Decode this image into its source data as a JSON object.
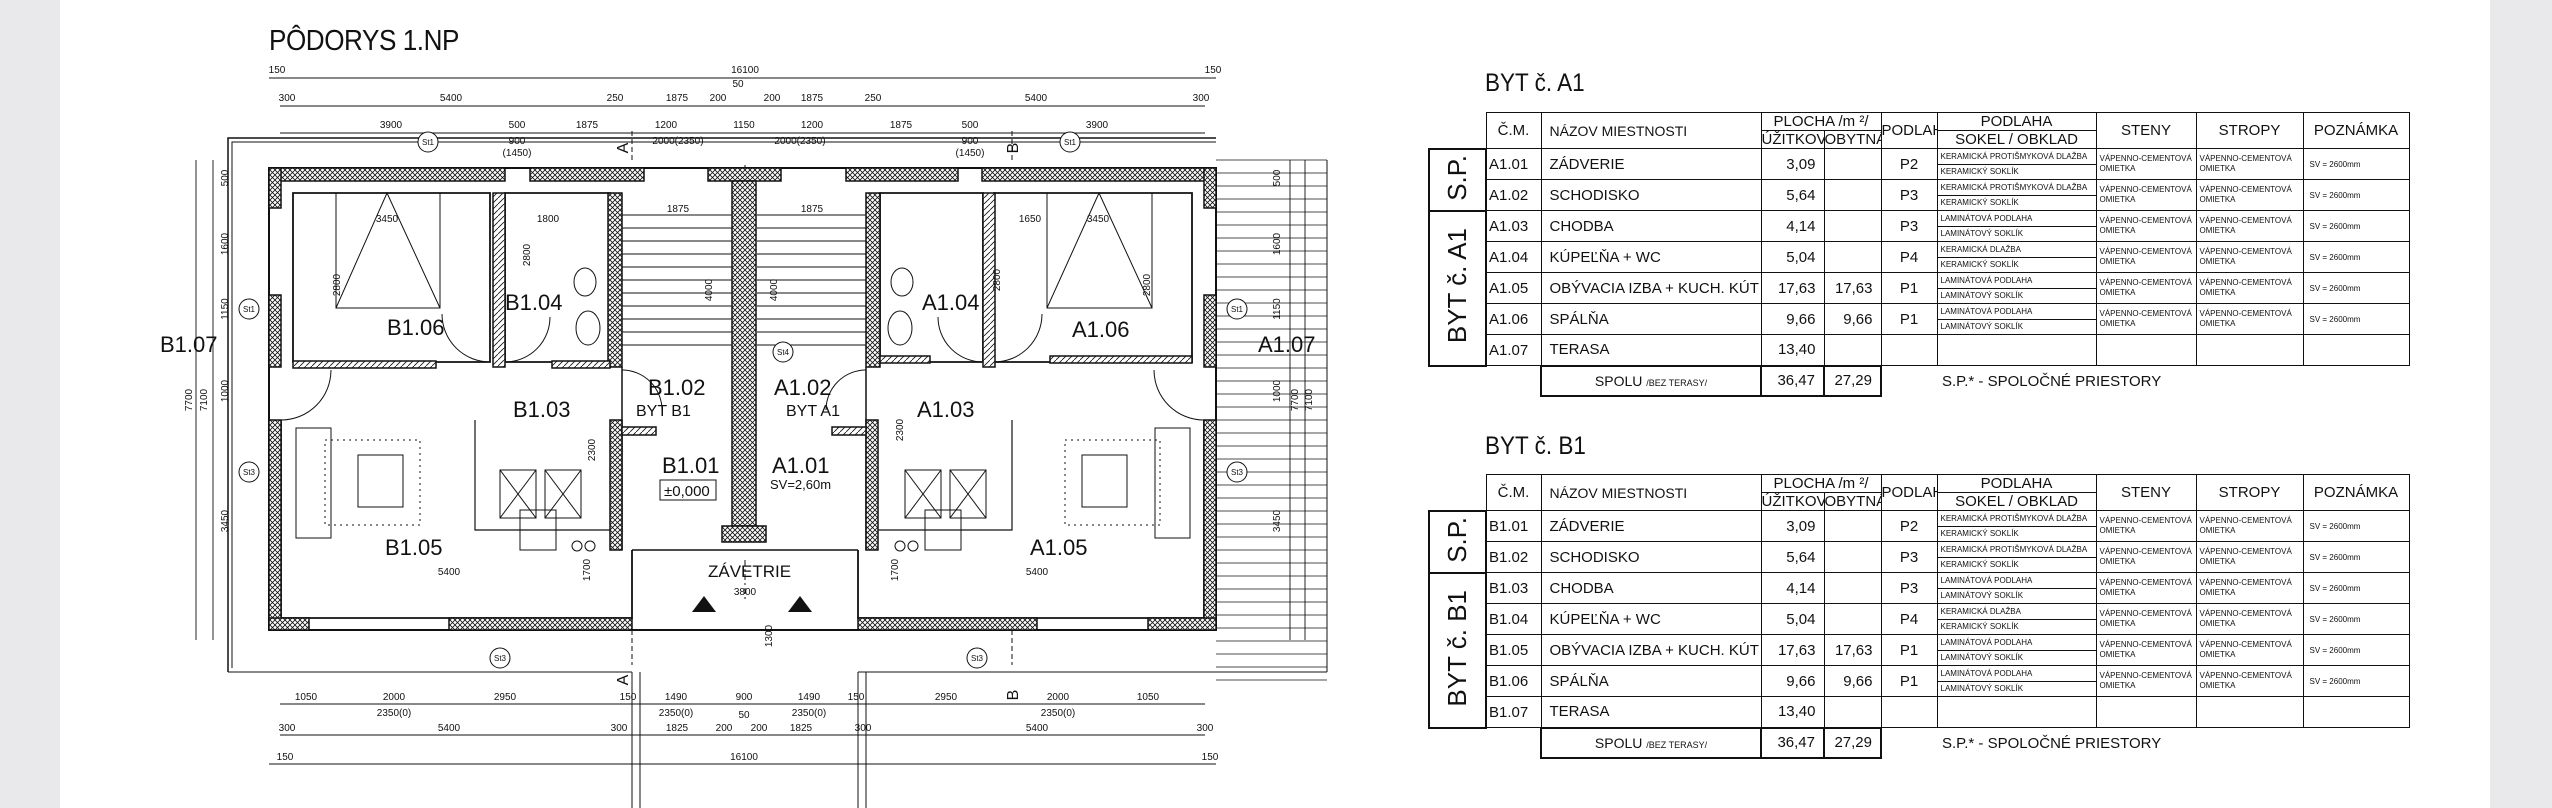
{
  "plan": {
    "title": "PÔDORYS 1.NP",
    "rooms": {
      "b106": "B1.06",
      "b104": "B1.04",
      "b107": "B1.07",
      "b103": "B1.03",
      "b102": "B1.02",
      "byt_b1": "BYT B1",
      "b101": "B1.01",
      "level": "±0,000",
      "b105": "B1.05",
      "zavetrie": "ZÁVETRIE",
      "a102": "A1.02",
      "byt_a1": "BYT A1",
      "a101": "A1.01",
      "sv": "SV=2,60m",
      "a103": "A1.03",
      "a104": "A1.04",
      "a106": "A1.06",
      "a107": "A1.07",
      "a105": "A1.05"
    },
    "markers": [
      "St1",
      "St1",
      "St1",
      "St1",
      "St3",
      "St3",
      "St3",
      "St3",
      "St4"
    ],
    "sections": [
      "A",
      "A",
      "B",
      "B"
    ],
    "dims": {
      "top1": [
        "150",
        "16100",
        "150"
      ],
      "top2": [
        "300",
        "5400",
        "250",
        "1875",
        "200",
        "50",
        "200",
        "1875",
        "250",
        "5400",
        "300"
      ],
      "top3": [
        "3900",
        "500",
        "1875",
        "1200",
        "1150",
        "1200",
        "1875",
        "500",
        "3900"
      ],
      "top_sub": [
        "900",
        "(1450)",
        "2000(2350)",
        "2000(2350)",
        "900",
        "(1450)"
      ],
      "bot1": [
        "1050",
        "2000",
        "2950",
        "150",
        "1490",
        "900",
        "1490",
        "150",
        "2950",
        "2000",
        "1050"
      ],
      "bot_sub": [
        "2350(0)",
        "2350(0)",
        "2350(0)",
        "2350(0)"
      ],
      "bot2": [
        "300",
        "5400",
        "300",
        "1825",
        "200",
        "50",
        "200",
        "1825",
        "300",
        "5400",
        "300"
      ],
      "bot3": [
        "150",
        "16100",
        "150"
      ],
      "left": [
        "7700",
        "7100",
        "500",
        "1600",
        "1150",
        "1000",
        "3450"
      ],
      "right": [
        "7700",
        "7100",
        "500",
        "1600",
        "1150",
        "1000",
        "3450"
      ],
      "inner": [
        "3450",
        "1800",
        "1875",
        "1875",
        "1650",
        "3450",
        "2800",
        "2800",
        "2800",
        "2800",
        "4000",
        "4000",
        "2300",
        "2300",
        "5400",
        "5400",
        "1700",
        "1700",
        "3800",
        "1300"
      ]
    }
  },
  "tables": [
    {
      "title": "BYT č. A1",
      "side_sp": "S.P.",
      "side_unit": "BYT č. A1",
      "headers": {
        "cm": "Č.M.",
        "name": "NÁZOV MIESTNOSTI",
        "area": "PLOCHA /m ²/",
        "usable": "ÚŽITKOVÁ",
        "living": "OBYTNÁ",
        "floor_code": "PODLAHA",
        "floor": "PODLAHA",
        "skirting": "SOKEL / OBKLAD",
        "walls": "STENY",
        "ceiling": "STROPY",
        "note": "POZNÁMKA"
      },
      "rows": [
        {
          "cm": "A1.01",
          "name": "ZÁDVERIE",
          "usable": "3,09",
          "living": "",
          "code": "P2",
          "floor": "KERAMICKÁ PROTIŠMYKOVÁ DLAŽBA",
          "skirting": "KERAMICKÝ SOKLÍK",
          "walls": "VÁPENNO-CEMENTOVÁ OMIETKA",
          "ceiling": "VÁPENNO-CEMENTOVÁ OMIETKA",
          "note": "SV = 2600mm"
        },
        {
          "cm": "A1.02",
          "name": "SCHODISKO",
          "usable": "5,64",
          "living": "",
          "code": "P3",
          "floor": "KERAMICKÁ PROTIŠMYKOVÁ DLAŽBA",
          "skirting": "KERAMICKÝ SOKLÍK",
          "walls": "VÁPENNO-CEMENTOVÁ OMIETKA",
          "ceiling": "VÁPENNO-CEMENTOVÁ OMIETKA",
          "note": "SV = 2600mm"
        },
        {
          "cm": "A1.03",
          "name": "CHODBA",
          "usable": "4,14",
          "living": "",
          "code": "P3",
          "floor": "LAMINÁTOVÁ PODLAHA",
          "skirting": "LAMINÁTOVÝ SOKLÍK",
          "walls": "VÁPENNO-CEMENTOVÁ OMIETKA",
          "ceiling": "VÁPENNO-CEMENTOVÁ OMIETKA",
          "note": "SV = 2600mm"
        },
        {
          "cm": "A1.04",
          "name": "KÚPEĽŇA + WC",
          "usable": "5,04",
          "living": "",
          "code": "P4",
          "floor": "KERAMICKÁ DLAŽBA",
          "skirting": "KERAMICKÝ SOKLÍK",
          "walls": "VÁPENNO-CEMENTOVÁ OMIETKA",
          "ceiling": "VÁPENNO-CEMENTOVÁ OMIETKA",
          "note": "SV = 2600mm"
        },
        {
          "cm": "A1.05",
          "name": "OBÝVACIA IZBA + KUCH. KÚT",
          "usable": "17,63",
          "living": "17,63",
          "code": "P1",
          "floor": "LAMINÁTOVÁ PODLAHA",
          "skirting": "LAMINÁTOVÝ SOKLÍK",
          "walls": "VÁPENNO-CEMENTOVÁ OMIETKA",
          "ceiling": "VÁPENNO-CEMENTOVÁ OMIETKA",
          "note": "SV = 2600mm"
        },
        {
          "cm": "A1.06",
          "name": "SPÁLŇA",
          "usable": "9,66",
          "living": "9,66",
          "code": "P1",
          "floor": "LAMINÁTOVÁ PODLAHA",
          "skirting": "LAMINÁTOVÝ SOKLÍK",
          "walls": "VÁPENNO-CEMENTOVÁ OMIETKA",
          "ceiling": "VÁPENNO-CEMENTOVÁ OMIETKA",
          "note": "SV = 2600mm"
        },
        {
          "cm": "A1.07",
          "name": "TERASA",
          "usable": "13,40",
          "living": "",
          "code": "",
          "floor": "",
          "skirting": "",
          "walls": "",
          "ceiling": "",
          "note": ""
        }
      ],
      "total": {
        "label": "SPOLU",
        "sub": "/BEZ TERASY/",
        "usable": "36,47",
        "living": "27,29"
      },
      "footnote": "S.P.* - SPOLOČNÉ PRIESTORY"
    },
    {
      "title": "BYT č. B1",
      "side_sp": "S.P.",
      "side_unit": "BYT č. B1",
      "headers": {
        "cm": "Č.M.",
        "name": "NÁZOV MIESTNOSTI",
        "area": "PLOCHA /m ²/",
        "usable": "ÚŽITKOVÁ",
        "living": "OBYTNÁ",
        "floor_code": "PODLAHA",
        "floor": "PODLAHA",
        "skirting": "SOKEL / OBKLAD",
        "walls": "STENY",
        "ceiling": "STROPY",
        "note": "POZNÁMKA"
      },
      "rows": [
        {
          "cm": "B1.01",
          "name": "ZÁDVERIE",
          "usable": "3,09",
          "living": "",
          "code": "P2",
          "floor": "KERAMICKÁ PROTIŠMYKOVÁ DLAŽBA",
          "skirting": "KERAMICKÝ SOKLÍK",
          "walls": "VÁPENNO-CEMENTOVÁ OMIETKA",
          "ceiling": "VÁPENNO-CEMENTOVÁ OMIETKA",
          "note": "SV = 2600mm"
        },
        {
          "cm": "B1.02",
          "name": "SCHODISKO",
          "usable": "5,64",
          "living": "",
          "code": "P3",
          "floor": "KERAMICKÁ PROTIŠMYKOVÁ DLAŽBA",
          "skirting": "KERAMICKÝ SOKLÍK",
          "walls": "VÁPENNO-CEMENTOVÁ OMIETKA",
          "ceiling": "VÁPENNO-CEMENTOVÁ OMIETKA",
          "note": "SV = 2600mm"
        },
        {
          "cm": "B1.03",
          "name": "CHODBA",
          "usable": "4,14",
          "living": "",
          "code": "P3",
          "floor": "LAMINÁTOVÁ PODLAHA",
          "skirting": "LAMINÁTOVÝ SOKLÍK",
          "walls": "VÁPENNO-CEMENTOVÁ OMIETKA",
          "ceiling": "VÁPENNO-CEMENTOVÁ OMIETKA",
          "note": "SV = 2600mm"
        },
        {
          "cm": "B1.04",
          "name": "KÚPEĽŇA + WC",
          "usable": "5,04",
          "living": "",
          "code": "P4",
          "floor": "KERAMICKÁ DLAŽBA",
          "skirting": "KERAMICKÝ SOKLÍK",
          "walls": "VÁPENNO-CEMENTOVÁ OMIETKA",
          "ceiling": "VÁPENNO-CEMENTOVÁ OMIETKA",
          "note": "SV = 2600mm"
        },
        {
          "cm": "B1.05",
          "name": "OBÝVACIA IZBA + KUCH. KÚT",
          "usable": "17,63",
          "living": "17,63",
          "code": "P1",
          "floor": "LAMINÁTOVÁ PODLAHA",
          "skirting": "LAMINÁTOVÝ SOKLÍK",
          "walls": "VÁPENNO-CEMENTOVÁ OMIETKA",
          "ceiling": "VÁPENNO-CEMENTOVÁ OMIETKA",
          "note": "SV = 2600mm"
        },
        {
          "cm": "B1.06",
          "name": "SPÁLŇA",
          "usable": "9,66",
          "living": "9,66",
          "code": "P1",
          "floor": "LAMINÁTOVÁ PODLAHA",
          "skirting": "LAMINÁTOVÝ SOKLÍK",
          "walls": "VÁPENNO-CEMENTOVÁ OMIETKA",
          "ceiling": "VÁPENNO-CEMENTOVÁ OMIETKA",
          "note": "SV = 2600mm"
        },
        {
          "cm": "B1.07",
          "name": "TERASA",
          "usable": "13,40",
          "living": "",
          "code": "",
          "floor": "",
          "skirting": "",
          "walls": "",
          "ceiling": "",
          "note": ""
        }
      ],
      "total": {
        "label": "SPOLU",
        "sub": "/BEZ TERASY/",
        "usable": "36,47",
        "living": "27,29"
      },
      "footnote": "S.P.* - SPOLOČNÉ PRIESTORY"
    }
  ]
}
